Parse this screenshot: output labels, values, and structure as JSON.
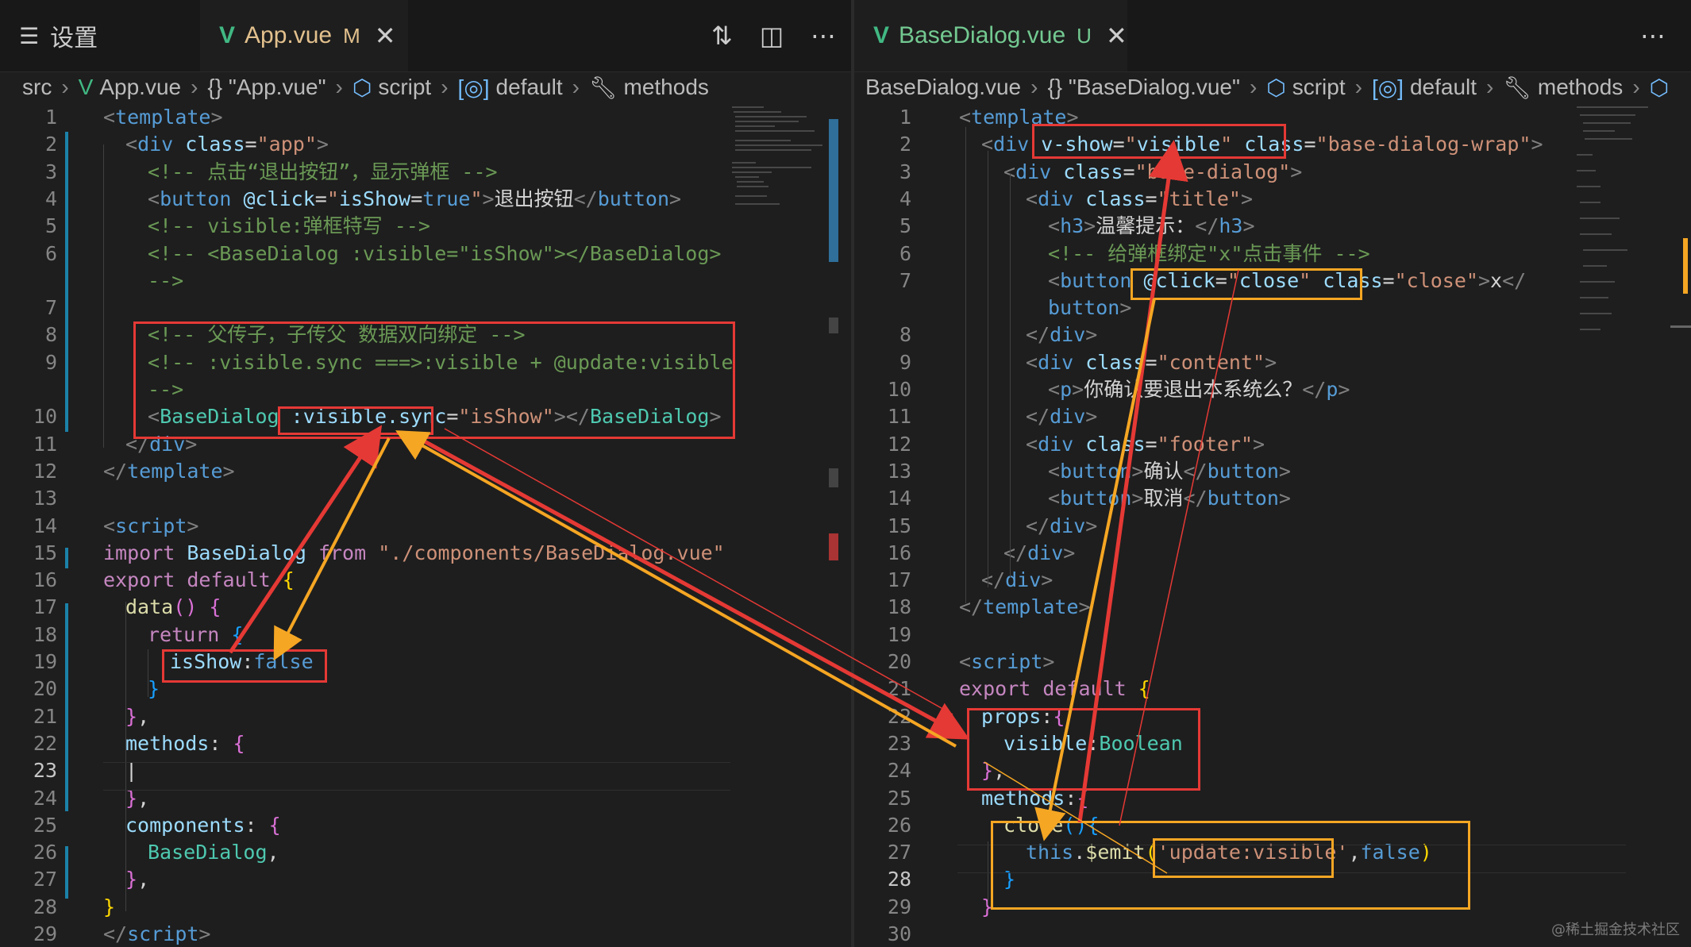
{
  "left": {
    "tabs": {
      "settings_label": "设置",
      "active_name": "App.vue",
      "active_badge": "M",
      "close_glyph": "✕"
    },
    "breadcrumb": [
      "src",
      "App.vue",
      "{} \"App.vue\"",
      "script",
      "default",
      "methods"
    ],
    "line_numbers": [
      "1",
      "2",
      "3",
      "4",
      "5",
      "6",
      "",
      "7",
      "8",
      "9",
      "",
      "10",
      "11",
      "12",
      "13",
      "14",
      "15",
      "16",
      "17",
      "18",
      "19",
      "20",
      "21",
      "22",
      "23",
      "24",
      "25",
      "26",
      "27",
      "28",
      "29"
    ]
  },
  "right": {
    "tabs": {
      "active_name": "BaseDialog.vue",
      "active_badge": "U",
      "close_glyph": "✕"
    },
    "breadcrumb": [
      "BaseDialog.vue",
      "{} \"BaseDialog.vue\"",
      "script",
      "default",
      "methods"
    ],
    "line_numbers": [
      "1",
      "2",
      "3",
      "4",
      "5",
      "6",
      "7",
      "",
      "8",
      "9",
      "10",
      "11",
      "12",
      "13",
      "14",
      "15",
      "16",
      "17",
      "18",
      "19",
      "20",
      "21",
      "22",
      "23",
      "24",
      "25",
      "26",
      "27",
      "28",
      "29",
      "30"
    ]
  },
  "watermark": "@稀土掘金技术社区",
  "colors": {
    "red_annotation": "#e53935",
    "orange_annotation": "#f5a623",
    "vue_green": "#41b883"
  }
}
